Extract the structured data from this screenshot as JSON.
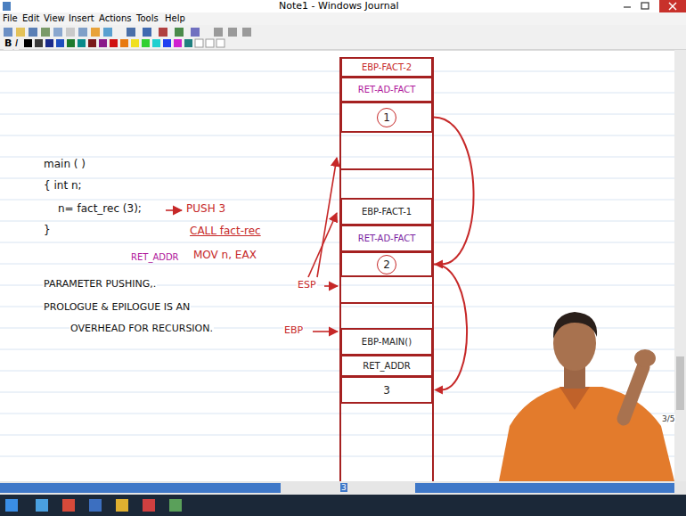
{
  "diagram": {
    "nodes": [
      {
        "text": [
          "EBP-FACT-2"
        ]
      },
      {
        "text": [
          "RET-AD-FACT"
        ]
      },
      {
        "text": [
          "1"
        ]
      },
      {
        "text": [
          "EBP-FACT-1"
        ]
      },
      {
        "text": [
          "RET-AD-FACT"
        ]
      },
      {
        "text": [
          "2"
        ]
      },
      {
        "text": [
          "EBP-MAIN()"
        ]
      },
      {
        "text": [
          "RET_ADDR"
        ]
      },
      {
        "text": [
          "3"
        ]
      }
    ],
    "edges": [
      {
        "from": 2,
        "to": 5,
        "arrow": "to"
      },
      {
        "from": 5,
        "to": 8,
        "arrow": "to"
      }
    ],
    "labels": [
      "Note1 - Windows Journal",
      "File",
      "Edit",
      "View",
      "Insert",
      "Actions",
      "Tools",
      "Help",
      "B",
      "I",
      "main ( )",
      "{ int n;",
      "n= fact_rec (3);",
      "PUSH 3",
      "}",
      "CALL fact-rec",
      "RET_ADDR",
      "MOV n, EAX",
      "PARAMETER PUSHING,.",
      "PROLOGUE & EPILOGUE IS AN",
      "OVERHEAD FOR RECURSION.",
      "ESP",
      "EBP",
      "3/5",
      "3"
    ]
  }
}
